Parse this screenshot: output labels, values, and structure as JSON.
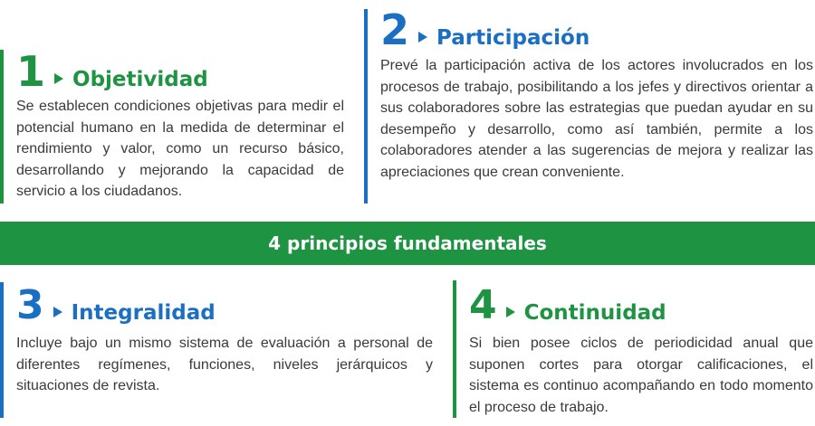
{
  "banner": {
    "title": "4 principios fundamentales"
  },
  "principles": [
    {
      "number": "1",
      "title": "Objetividad",
      "text": "Se establecen condiciones objetivas para medir el potencial humano en la medida de determinar el rendimiento y valor, como un recurso básico, desarrollando y mejorando la capacidad de servicio a los ciudadanos."
    },
    {
      "number": "2",
      "title": "Participación",
      "text": "Prevé la participación activa de los actores involucrados en los procesos de trabajo, posibilitando a los jefes y directivos orientar a sus colaboradores sobre las estrategias que puedan ayudar en su desempeño y desarrollo, como así también, permite a los colaboradores atender a las sugerencias de mejora y realizar las apreciaciones que crean conveniente."
    },
    {
      "number": "3",
      "title": "Integralidad",
      "text": "Incluye bajo un mismo sistema de evaluación a personal de diferentes regímenes, funciones, niveles jerárquicos y situaciones de revista."
    },
    {
      "number": "4",
      "title": "Continuidad",
      "text": "Si bien posee ciclos de periodicidad anual que suponen cortes para otorgar calificaciones, el sistema es continuo acompañando en todo momento el proceso de trabajo."
    }
  ],
  "colors": {
    "green": "#1e9443",
    "blue": "#1a6fc2",
    "text": "#3a3a3a"
  }
}
